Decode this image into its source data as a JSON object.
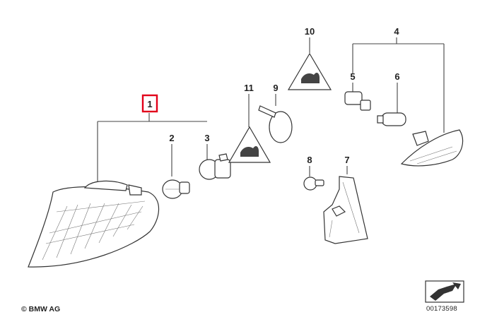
{
  "callouts": {
    "c1": "1",
    "c2": "2",
    "c3": "3",
    "c4": "4",
    "c5": "5",
    "c6": "6",
    "c7": "7",
    "c8": "8",
    "c9": "9",
    "c10": "10",
    "c11": "11"
  },
  "highlight_color": "#e2001a",
  "footer": {
    "copyright": "© BMW AG",
    "document_number": "00173598"
  }
}
